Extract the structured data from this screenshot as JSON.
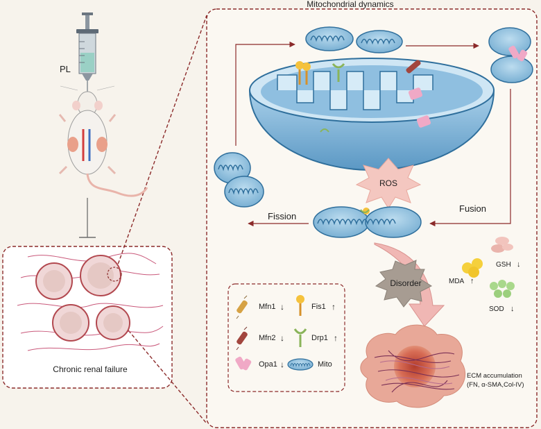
{
  "title": "Mitochondrial dynamics",
  "left": {
    "injection_label": "PL",
    "kidney_label": "Chronic renal failure"
  },
  "main": {
    "ros_label": "ROS",
    "fission_label": "Fission",
    "fusion_label": "Fusion",
    "disorder_label": "Disorder",
    "mda_label": "MDA",
    "gsh_label": "GSH",
    "sod_label": "SOD",
    "ecm_label": "ECM accumulation",
    "ecm_sub_label": "(FN, α-SMA,Col-IV)"
  },
  "legend": {
    "mfn1": "Mfn1",
    "mfn2": "Mfn2",
    "opa1": "Opa1",
    "fis1": "Fis1",
    "drp1": "Drp1",
    "mito": "Mito"
  },
  "arrows": {
    "down": "↓",
    "up": "↑"
  },
  "colors": {
    "frame": "#8b2a2a",
    "mito_fill": "#79b3d6",
    "mito_dark": "#2f6f9c",
    "ros_fill": "#f4c7c0",
    "panel_bg": "#fbf8f2"
  }
}
